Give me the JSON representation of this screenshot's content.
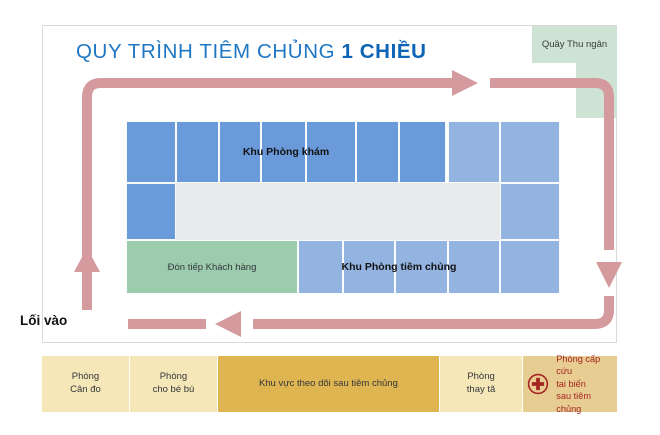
{
  "diagram": {
    "title_normal": "QUY TRÌNH TIÊM CHỦNG ",
    "title_bold": "1 CHIỀU",
    "entrance_label": "Lối vào",
    "cashier": {
      "label": "Quầy Thu ngân",
      "color": "#cfe3d4"
    },
    "zones": [
      {
        "name": "exam-area",
        "label": "Khu Phòng khám",
        "color": "#6a9ad9"
      },
      {
        "name": "reception-area",
        "label": "Đón tiếp Khách hàng",
        "color": "#9ccbae"
      },
      {
        "name": "vaccination-area",
        "label": "Khu Phòng tiêm chủng",
        "color": "#93b4e0"
      },
      {
        "name": "corridor",
        "label": "",
        "color": "#e8e9ea"
      }
    ],
    "flow": {
      "color": "#d49a9e",
      "description": "one-way circulation loop"
    },
    "rooms_strip": [
      {
        "label": "Phòng\nCân đo",
        "color": "#f6e7b8",
        "width_pct": 15.3
      },
      {
        "label": "Phòng\ncho bé bú",
        "color": "#f6e7b8",
        "width_pct": 15.3
      },
      {
        "label": "Khu vực theo dõi sau tiêm chủng",
        "color": "#dfb551",
        "width_pct": 38.6
      },
      {
        "label": "Phòng\nthay tã",
        "color": "#f6e7b8",
        "width_pct": 14.5
      },
      {
        "label": "Phòng cấp cứu\ntai biến\nsau tiêm chủng",
        "color": "#e8cd93",
        "width_pct": 16.3,
        "icon": "medical-cross-icon",
        "icon_color": "#a52622"
      }
    ],
    "colors": {
      "title_blue": "#1f77c4",
      "blue_dark": "#6a9ad9",
      "blue_light": "#93b4e0",
      "green": "#9ccbae",
      "grey": "#e8e9ea",
      "rose": "#d49a9e",
      "cream": "#f6e7b8",
      "gold": "#dfb551",
      "emergency_red": "#a52622"
    }
  }
}
